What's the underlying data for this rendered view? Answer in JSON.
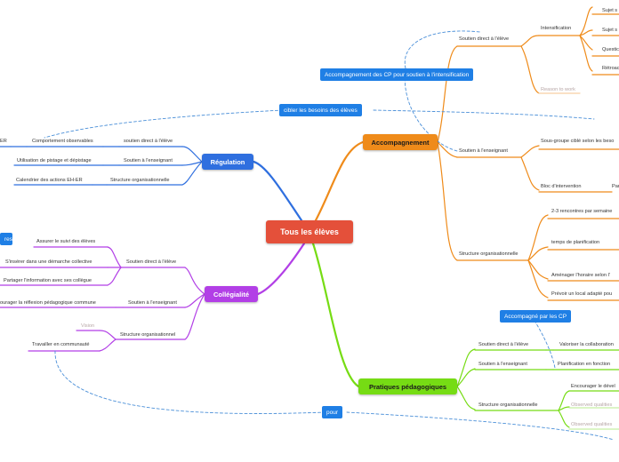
{
  "central": "Tous les élèves",
  "branches": {
    "accompagnement": {
      "label": "Accompagnement",
      "soutien_direct": "Soutien direct à l'élève",
      "intensification": "Intensification",
      "sujet_1": "Sujet s",
      "sujet_2": "Sujet s",
      "questic": "Questic",
      "retroac": "Rétroac",
      "reason": "Reason to work",
      "soutien_enseignant": "Soutien à l'enseignant",
      "sous_groupe": "Sous-groupe ciblé selon les beso",
      "bloc": "Bloc d'intervention",
      "par": "Par",
      "structure": "Structure organisationnelle",
      "rencontres": "2-3 rencontres par semaine",
      "temps": "temps de planification",
      "amenager": "Aménager l'horaire selon l'",
      "local": "Prévoir un local adapté pou"
    },
    "regulation": {
      "label": "Régulation",
      "er_fragment": "ER",
      "comportement": "Comportement observables",
      "soutien_direct": "soutien direct à l'élève",
      "utilisation": "Utilisation de pistage et dépistage",
      "soutien_enseignant": "Soutien à l'enseignant",
      "calendrier": "Calendrier des actions EH-ER",
      "structure": "Structure organisationnelle"
    },
    "collegialite": {
      "label": "Collégialité",
      "res_fragment": "res",
      "assurer": "Assurer le suivi des élèves",
      "soutien_direct": "Soutien direct à l'élève",
      "inserer": "S'insérer dans une démarche collective",
      "partager": "Partager l'information avec ses collègue",
      "encourager": "ourager la réflexion pédagogique commune",
      "soutien_enseignant": "Soutien à l'enseignant",
      "vision": "Vision",
      "structure": "Structure organisationnel",
      "travailler": "Travailler en communauté"
    },
    "pratiques": {
      "label": "Pratiques pédagogiques",
      "soutien_direct": "Soutien direct à l'élève",
      "valoriser": "Valoriser la collaboration",
      "soutien_enseignant": "Soutien à l'enseignant",
      "planification": "Planification en fonction",
      "structure": "Structure organisationnelle",
      "encourager_dev": "Encourager le dével",
      "observed_1": "Observed qualities",
      "observed_2": "Observed qualities"
    }
  },
  "callouts": {
    "accompagnement_cp": "Accompagnement des CP pour soutien à l'intensification",
    "cibler": "cibler les besoins des élèves",
    "accompagne_cp": "Accompagné par les CP",
    "pour": "pour"
  },
  "colors": {
    "orange": "#ef8b1a",
    "blue": "#2f6fdf",
    "purple": "#b23fe6",
    "green": "#76dc14",
    "central": "#e4503a",
    "callout": "#1f7fe5",
    "link": "#4a8fd8"
  }
}
